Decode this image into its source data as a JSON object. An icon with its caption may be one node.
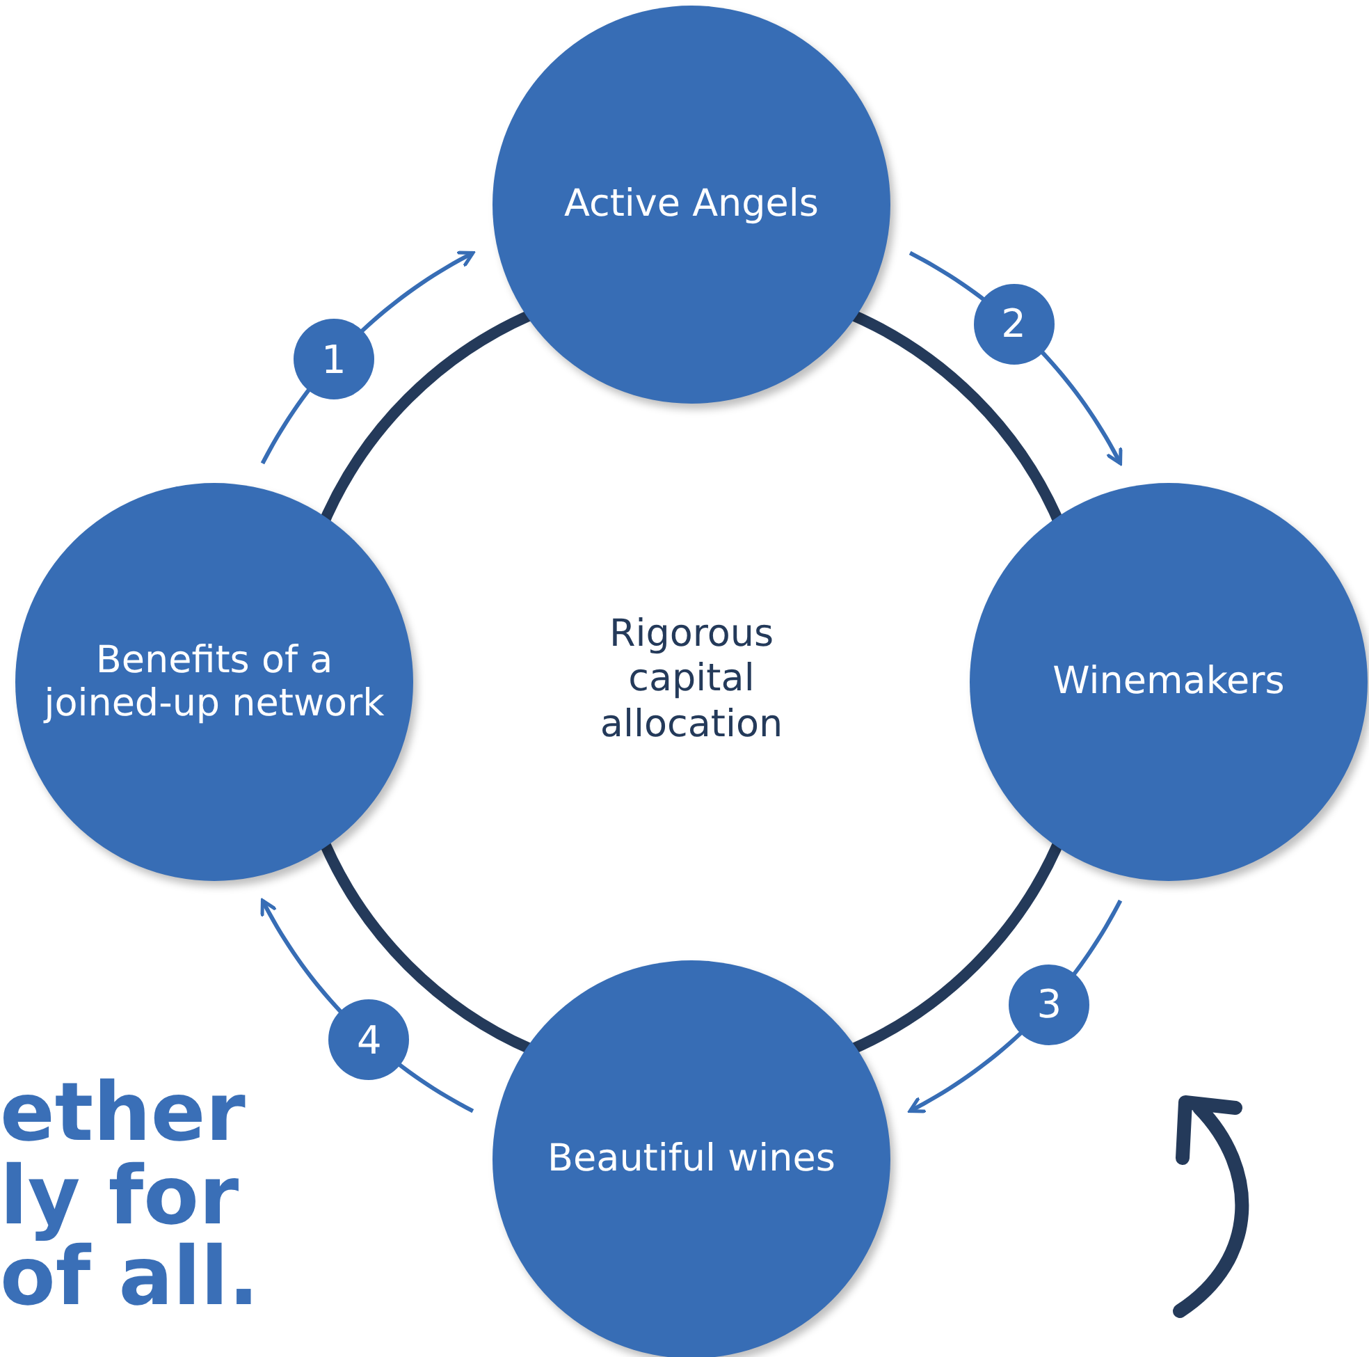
{
  "diagram": {
    "nodes": [
      {
        "text": [
          "Active Angels"
        ]
      },
      {
        "text": [
          "Winemakers"
        ]
      },
      {
        "text": [
          "Beautiful wines"
        ]
      },
      {
        "text": [
          "Benefits of a joined-up network"
        ]
      }
    ],
    "edges": [
      {
        "from": 3,
        "to": 0,
        "arrow": "to",
        "label": "1"
      },
      {
        "from": 0,
        "to": 1,
        "arrow": "to",
        "label": "2"
      },
      {
        "from": 1,
        "to": 2,
        "arrow": "to",
        "label": "3"
      },
      {
        "from": 2,
        "to": 3,
        "arrow": "to",
        "label": "4"
      }
    ],
    "labels": [
      "Rigorous capital allocation",
      "ether",
      "ly for",
      "of all."
    ]
  }
}
